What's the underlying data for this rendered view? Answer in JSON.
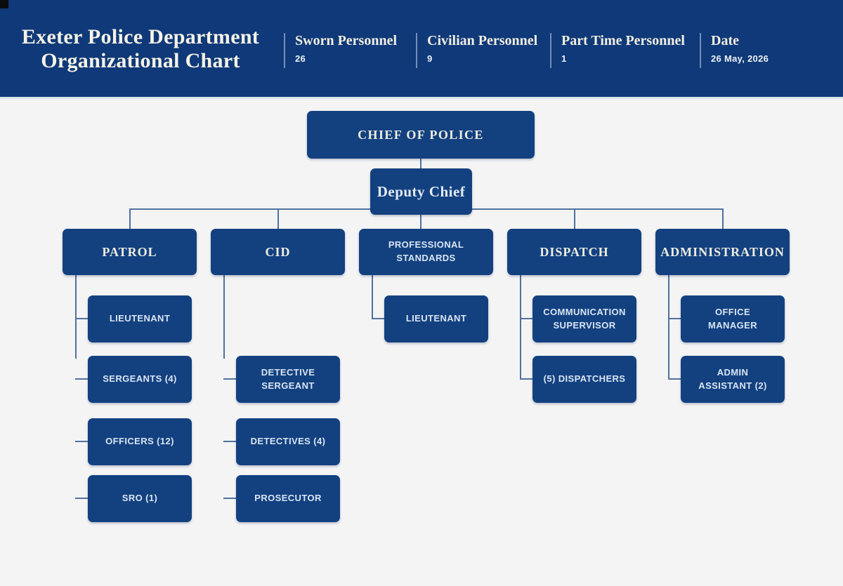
{
  "header": {
    "title_line1": "Exeter Police Department",
    "title_line2": "Organizational Chart",
    "stats": [
      {
        "label": "Sworn Personnel",
        "value": "26"
      },
      {
        "label": "Civilian Personnel",
        "value": "9"
      },
      {
        "label": "Part Time Personnel",
        "value": "1"
      },
      {
        "label": "Date",
        "value": "26 May, 2026"
      }
    ]
  },
  "chart": {
    "root": {
      "title": "CHIEF OF POLICE"
    },
    "deputy": {
      "title": "Deputy Chief"
    },
    "departments": [
      {
        "title": "PATROL",
        "children": [
          "LIEUTENANT",
          "SERGEANTS (4)",
          "OFFICERS (12)",
          "SRO (1)"
        ]
      },
      {
        "title": "CID",
        "children": [
          "DETECTIVE\nSERGEANT",
          "DETECTIVES (4)",
          "PROSECUTOR"
        ]
      },
      {
        "title": "PROFESSIONAL\nSTANDARDS",
        "children": [
          "LIEUTENANT"
        ]
      },
      {
        "title": "DISPATCH",
        "children": [
          "COMMUNICATION\nSUPERVISOR",
          "(5) DISPATCHERS"
        ]
      },
      {
        "title": "ADMINISTRATION",
        "children": [
          "OFFICE\nMANAGER",
          "ADMIN\nASSISTANT (2)"
        ]
      }
    ]
  },
  "colors": {
    "header_bg": "#0f3978",
    "box_bg": "#134180",
    "page_bg": "#f4f4f5",
    "connector": "#50719d"
  }
}
